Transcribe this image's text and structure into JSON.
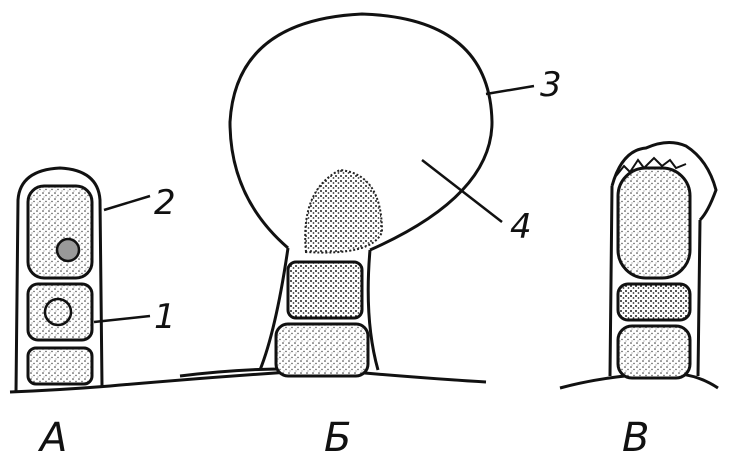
{
  "panels": {
    "a": "А",
    "b": "Б",
    "c": "В"
  },
  "callouts": {
    "n1": "1",
    "n2": "2",
    "n3": "3",
    "n4": "4"
  }
}
